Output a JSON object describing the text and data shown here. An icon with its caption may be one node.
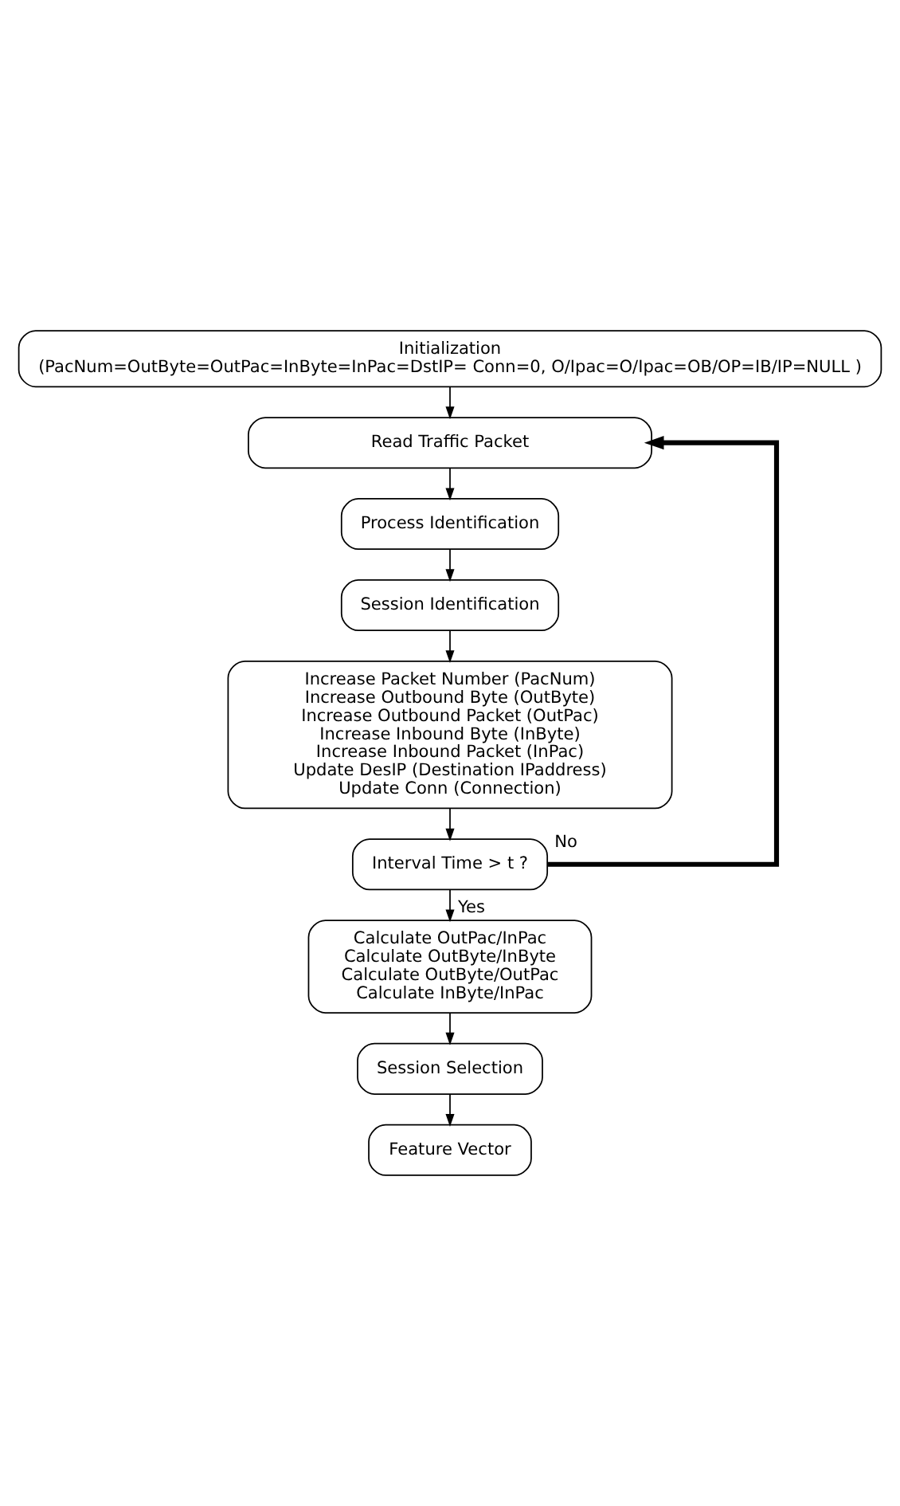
{
  "diagram": {
    "nodes": [
      {
        "text": [
          "Initialization",
          "(PacNum=OutByte=OutPac=InByte=InPac=DstIP= Conn=0, O/Ipac=O/Ipac=OB/OP=IB/IP=NULL )"
        ]
      },
      {
        "text": [
          "Read Traffic Packet"
        ]
      },
      {
        "text": [
          "Process Identification"
        ]
      },
      {
        "text": [
          "Session Identification"
        ]
      },
      {
        "text": [
          "Increase Packet Number (PacNum)",
          "Increase Outbound Byte (OutByte)",
          "Increase Outbound Packet (OutPac)",
          "Increase Inbound Byte (InByte)",
          "Increase Inbound Packet (InPac)",
          "Update DesIP (Destination IPaddress)",
          "Update Conn (Connection)"
        ]
      },
      {
        "text": [
          "Interval Time > t ?"
        ]
      },
      {
        "text": [
          "Calculate OutPac/InPac",
          "Calculate OutByte/InByte",
          "Calculate OutByte/OutPac",
          "Calculate InByte/InPac"
        ]
      },
      {
        "text": [
          "Session Selection"
        ]
      },
      {
        "text": [
          "Feature Vector"
        ]
      }
    ],
    "edges": [
      {
        "from": 0,
        "to": 1,
        "arrow": "to"
      },
      {
        "from": 1,
        "to": 2,
        "arrow": "to"
      },
      {
        "from": 2,
        "to": 3,
        "arrow": "to"
      },
      {
        "from": 3,
        "to": 4,
        "arrow": "to"
      },
      {
        "from": 4,
        "to": 5,
        "arrow": "to"
      },
      {
        "from": 5,
        "to": 1,
        "arrow": "to",
        "label": "No",
        "style": "thick"
      },
      {
        "from": 5,
        "to": 6,
        "arrow": "to",
        "label": "Yes"
      },
      {
        "from": 6,
        "to": 7,
        "arrow": "to"
      },
      {
        "from": 7,
        "to": 8,
        "arrow": "to"
      }
    ]
  }
}
